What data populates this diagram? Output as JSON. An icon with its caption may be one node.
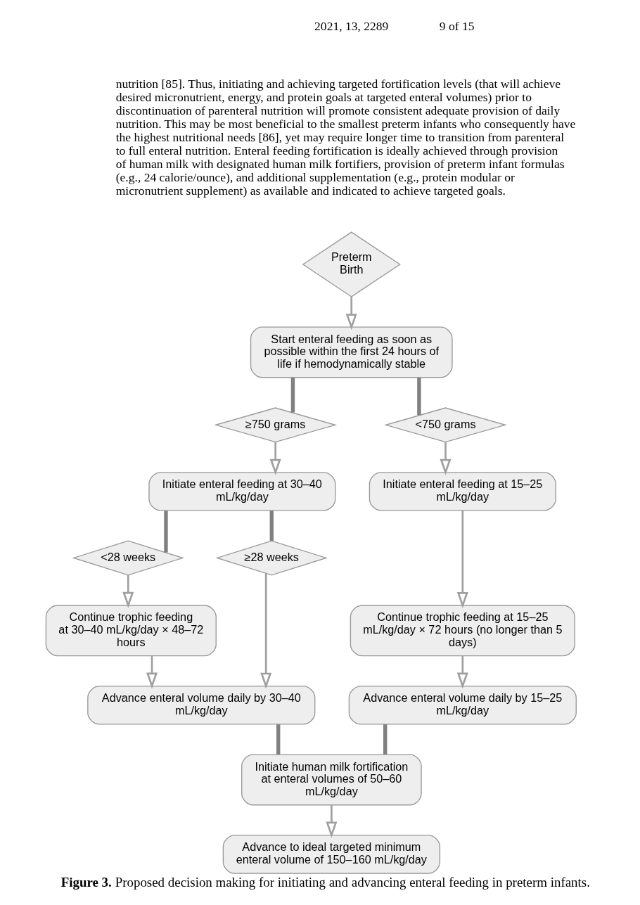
{
  "diagram": {
    "caption": "**Figure 3.** Proposed decision making for initiating and advancing enteral feeding in preterm infants.",
    "nodes": [
      {
        "text": [
          "Preterm Birth"
        ]
      },
      {
        "text": [
          "Start enteral feeding as soon as possible within the first 24 hours of life if hemodynamically stable"
        ]
      },
      {
        "text": [
          "≥750 grams"
        ]
      },
      {
        "text": [
          "<750 grams"
        ]
      },
      {
        "text": [
          "Initiate enteral feeding at 30–40 mL/kg/day"
        ]
      },
      {
        "text": [
          "Initiate enteral feeding at 15–25 mL/kg/day"
        ]
      },
      {
        "text": [
          "<28 weeks"
        ]
      },
      {
        "text": [
          "≥28 weeks"
        ]
      },
      {
        "text": [
          "Continue trophic feeding at 30–40 mL/kg/day × 48–72 hours"
        ]
      },
      {
        "text": [
          "Continue trophic feeding at 15–25 mL/kg/day × 72 hours (no longer than 5 days)"
        ]
      },
      {
        "text": [
          "Advance enteral volume daily by 30–40 mL/kg/day"
        ]
      },
      {
        "text": [
          "Advance enteral volume daily by 15–25 mL/kg/day"
        ]
      },
      {
        "text": [
          "Initiate human milk fortification at enteral volumes of 50–60 mL/kg/day"
        ]
      },
      {
        "text": [
          "Advance to ideal targeted minimum enteral volume of 150–160 mL/kg/day"
        ]
      }
    ],
    "edges": [
      {
        "from": 0,
        "to": 1,
        "arrow": "to"
      },
      {
        "from": 1,
        "to": 2,
        "arrow": "none",
        "style": "thick",
        "color": "#808080"
      },
      {
        "from": 1,
        "to": 3,
        "arrow": "none",
        "style": "thick",
        "color": "#808080"
      },
      {
        "from": 2,
        "to": 4,
        "arrow": "to"
      },
      {
        "from": 3,
        "to": 5,
        "arrow": "to"
      },
      {
        "from": 4,
        "to": 6,
        "arrow": "none",
        "style": "thick",
        "color": "#808080"
      },
      {
        "from": 4,
        "to": 7,
        "arrow": "none",
        "style": "thick",
        "color": "#808080"
      },
      {
        "from": 6,
        "to": 8,
        "arrow": "to"
      },
      {
        "from": 7,
        "to": 10,
        "arrow": "to"
      },
      {
        "from": 5,
        "to": 9,
        "arrow": "to"
      },
      {
        "from": 8,
        "to": 10,
        "arrow": "to"
      },
      {
        "from": 9,
        "to": 11,
        "arrow": "to"
      },
      {
        "from": 10,
        "to": 12,
        "arrow": "none",
        "style": "thick",
        "color": "#808080"
      },
      {
        "from": 11,
        "to": 12,
        "arrow": "none",
        "style": "thick",
        "color": "#808080"
      },
      {
        "from": 12,
        "to": 13,
        "arrow": "to"
      }
    ],
    "labels": [
      "2021, 13, 2289",
      "9 of 15",
      "nutrition [85]. Thus, initiating and achieving targeted fortification levels (that will achieve desired micronutrient, energy, and protein goals at targeted enteral volumes) prior to discontinuation of parenteral nutrition will promote consistent adequate provision of daily nutrition. This may be most beneficial to the smallest preterm infants who consequently have the highest nutritional needs [86], yet may require longer time to transition from parenteral to full enteral nutrition. Enteral feeding fortification is ideally achieved through provision of human milk with designated human milk fortifiers, provision of preterm infant formulas (e.g., 24 calorie/ounce), and additional supplementation (e.g., protein modular or micronutrient supplement) as available and indicated to achieve targeted goals."
    ]
  }
}
